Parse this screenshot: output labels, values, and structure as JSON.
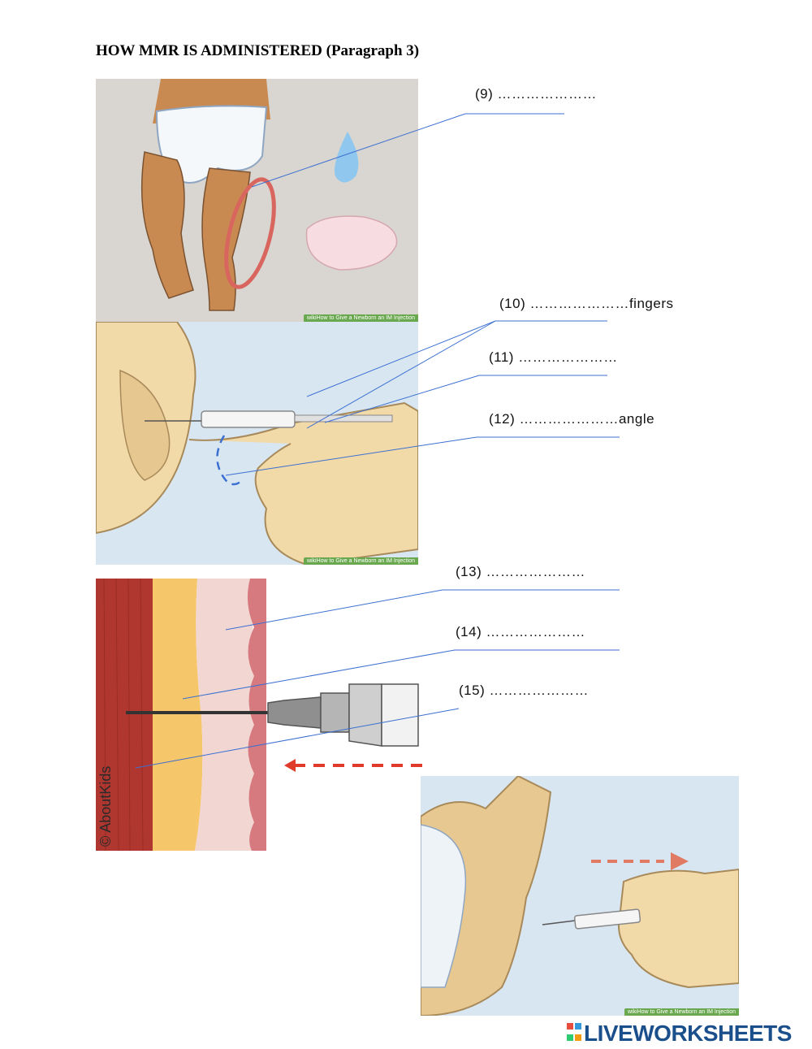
{
  "page": {
    "title": "HOW MMR IS ADMINISTERED (Paragraph 3)"
  },
  "labels": [
    {
      "id": "9",
      "text": "(9) …………………"
    },
    {
      "id": "10",
      "text": "(10) …………………fingers"
    },
    {
      "id": "11",
      "text": "(11) …………………"
    },
    {
      "id": "12",
      "text": "(12) …………………angle"
    },
    {
      "id": "13",
      "text": "(13) …………………"
    },
    {
      "id": "14",
      "text": "(14) …………………"
    },
    {
      "id": "15",
      "text": "(15) …………………"
    }
  ],
  "image_captions": {
    "panel1": "wikiHow to Give a Newborn an IM Injection",
    "panel2": "wikiHow to Give a Newborn an IM Injection",
    "panel4": "wikiHow to Give a Newborn an IM Injection"
  },
  "watermark": "© AboutKids",
  "footer": {
    "brand": "LIVEWORKSHEETS"
  },
  "colors": {
    "leader_line": "#3b6fd1",
    "arrow_red": "#e03a2a",
    "skin": "#d9a46a",
    "brand_blue": "#1a4f8b"
  }
}
